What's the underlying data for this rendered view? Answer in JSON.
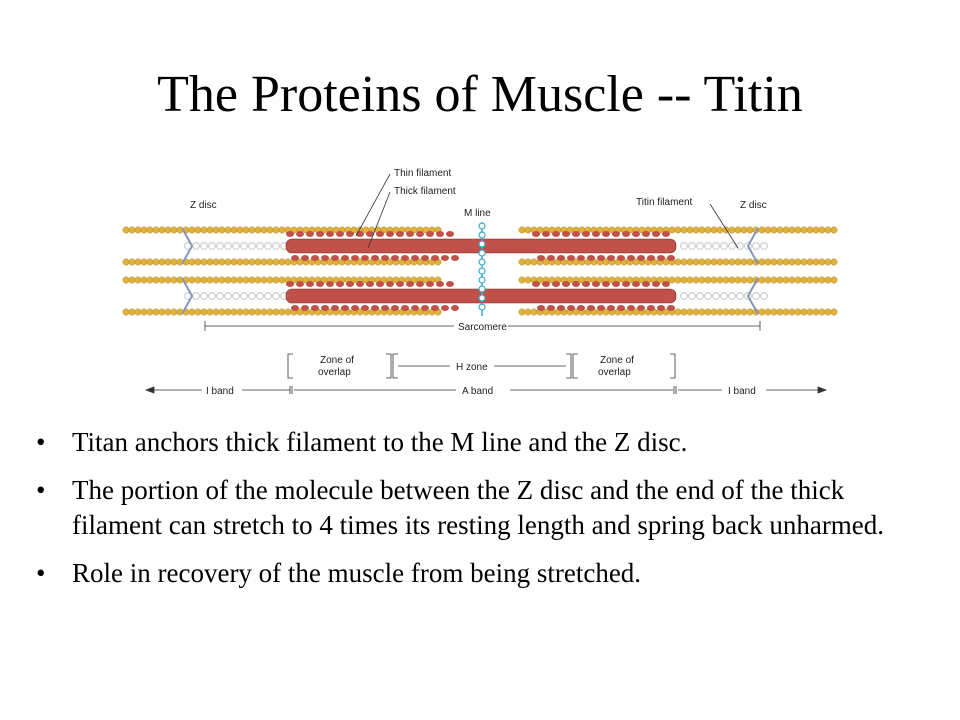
{
  "slide": {
    "title": "The Proteins of Muscle -- Titin"
  },
  "diagram": {
    "labels": {
      "thin_filament": "Thin filament",
      "thick_filament": "Thick filament",
      "m_line": "M line",
      "titin_filament": "Titin filament",
      "z_disc_left": "Z disc",
      "z_disc_right": "Z disc",
      "sarcomere": "Sarcomere",
      "zone_overlap_left_1": "Zone of",
      "zone_overlap_left_2": "overlap",
      "h_zone": "H zone",
      "zone_overlap_right_1": "Zone of",
      "zone_overlap_right_2": "overlap",
      "i_band_left": "I band",
      "a_band": "A band",
      "i_band_right": "I band"
    },
    "colors": {
      "actin": "#e0b23a",
      "myosin": "#c0504a",
      "titin": "#cfcfcf",
      "m_line": "#3aa9c8",
      "z_disc": "#8896b8"
    }
  },
  "bullets": [
    {
      "marker": "•",
      "text": "Titan anchors thick filament to the M line and the Z disc."
    },
    {
      "marker": "•",
      "text": "The portion of the molecule between the Z disc and the end of the thick filament can stretch to 4 times its resting length and spring back unharmed."
    },
    {
      "marker": "•",
      "text": "Role in recovery of the muscle from being stretched."
    }
  ]
}
